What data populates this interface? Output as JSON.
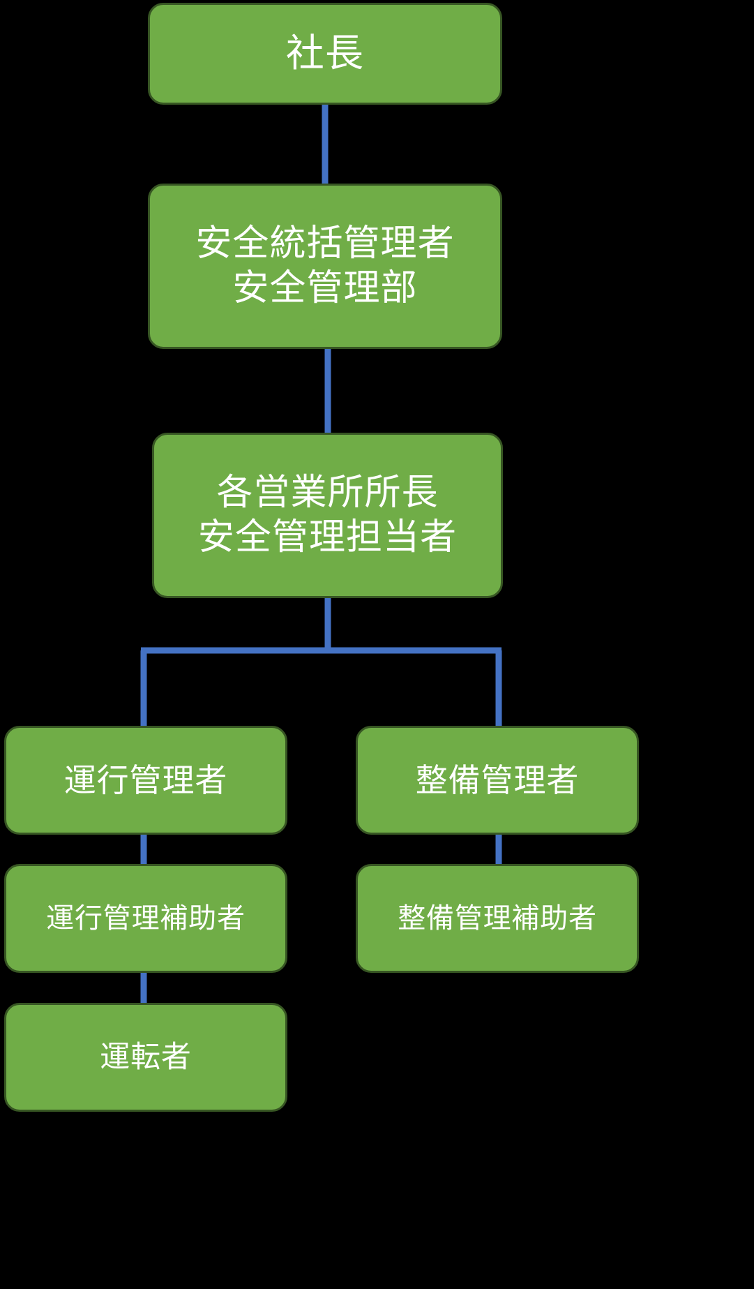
{
  "diagram": {
    "title_text": "",
    "colors": {
      "background": "#000000",
      "node_fill": "#70AD47",
      "node_border": "#375623",
      "node_text": "#FFFFFF",
      "connector": "#4472C4"
    },
    "nodes": [
      {
        "id": "president",
        "lines": [
          "社長"
        ]
      },
      {
        "id": "safety-gm",
        "lines": [
          "安全統括管理者",
          "安全管理部"
        ]
      },
      {
        "id": "branch-manager",
        "lines": [
          "各営業所所長",
          "安全管理担当者"
        ]
      },
      {
        "id": "ops-manager",
        "lines": [
          "運行管理者"
        ]
      },
      {
        "id": "maint-manager",
        "lines": [
          "整備管理者"
        ]
      },
      {
        "id": "ops-assistant",
        "lines": [
          "運行管理補助者"
        ]
      },
      {
        "id": "maint-assistant",
        "lines": [
          "整備管理補助者"
        ]
      },
      {
        "id": "driver",
        "lines": [
          "運転者"
        ]
      }
    ],
    "edges": [
      {
        "from": "president",
        "to": "safety-gm"
      },
      {
        "from": "safety-gm",
        "to": "branch-manager"
      },
      {
        "from": "branch-manager",
        "to": "ops-manager"
      },
      {
        "from": "branch-manager",
        "to": "maint-manager"
      },
      {
        "from": "ops-manager",
        "to": "ops-assistant"
      },
      {
        "from": "maint-manager",
        "to": "maint-assistant"
      },
      {
        "from": "ops-assistant",
        "to": "driver"
      }
    ]
  }
}
